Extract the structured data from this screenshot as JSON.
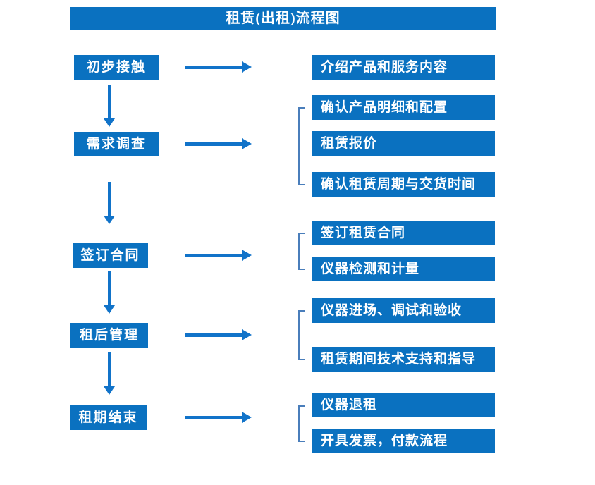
{
  "title": "租赁(出租)流程图",
  "colors": {
    "primary": "#0a71c0",
    "arrow": "#1173c9",
    "bracket": "#4a7ebb",
    "box_text": "#ffffff"
  },
  "steps": [
    {
      "label": "初步接触",
      "outputs": [
        "介绍产品和服务内容"
      ]
    },
    {
      "label": "需求调查",
      "outputs": [
        "确认产品明细和配置",
        "租赁报价",
        "确认租赁周期与交货时间"
      ]
    },
    {
      "label": "签订合同",
      "outputs": [
        "签订租赁合同",
        "仪器检测和计量"
      ]
    },
    {
      "label": "租后管理",
      "outputs": [
        "仪器进场、调试和验收",
        "租赁期间技术支持和指导"
      ]
    },
    {
      "label": "租期结束",
      "outputs": [
        "仪器退租",
        "开具发票，付款流程"
      ]
    }
  ]
}
